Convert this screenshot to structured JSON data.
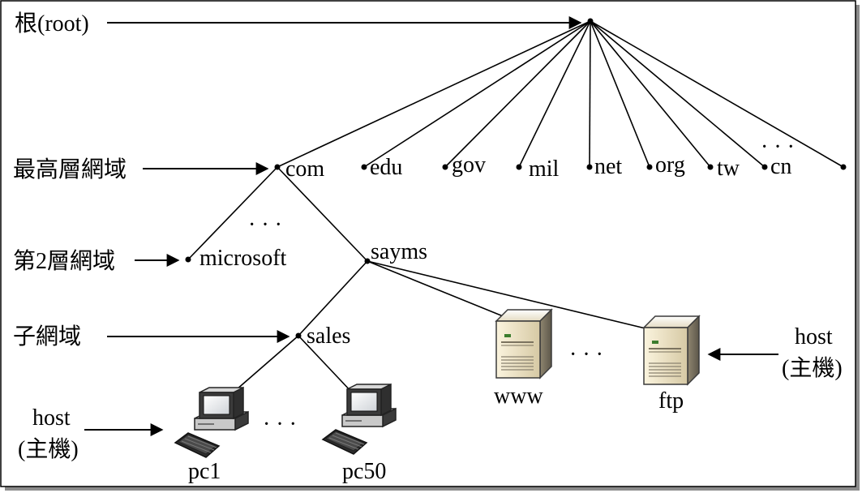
{
  "labels": {
    "root": "根(root)",
    "tld": "最高層網域",
    "second_level": "第2層網域",
    "subdomain": "子網域",
    "host_left_line1": "host",
    "host_left_line2": "(主機)",
    "host_right_line1": "host",
    "host_right_line2": "(主機)"
  },
  "tld_nodes": [
    "com",
    "edu",
    "gov",
    "mil",
    "net",
    "org",
    "tw",
    "cn"
  ],
  "ellipsis": "· · ·",
  "second_level_nodes": {
    "microsoft": "microsoft",
    "sayms": "sayms"
  },
  "subdomain_nodes": {
    "sales": "sales"
  },
  "servers": {
    "www": "www",
    "ftp": "ftp"
  },
  "pcs": {
    "pc1": "pc1",
    "pc50": "pc50"
  },
  "icons": {
    "server": "server-icon",
    "pc": "desktop-computer-icon"
  }
}
